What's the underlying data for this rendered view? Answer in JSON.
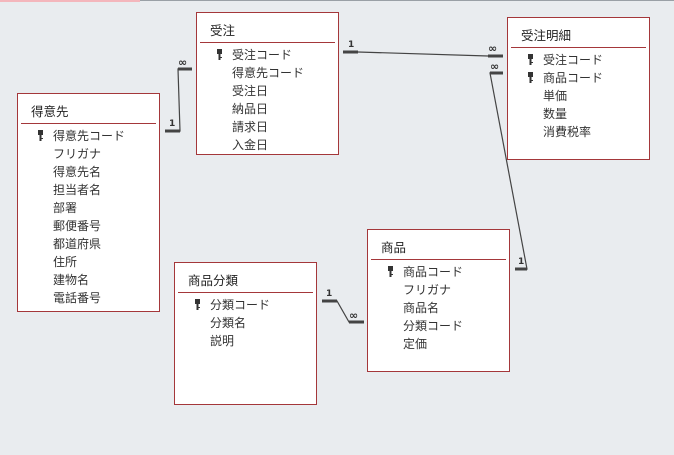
{
  "tables": [
    {
      "name": "得意先",
      "fields": [
        "得意先コード",
        "フリガナ",
        "得意先名",
        "担当者名",
        "部署",
        "郵便番号",
        "都道府県",
        "住所",
        "建物名",
        "電話番号"
      ],
      "keys": [
        0
      ]
    },
    {
      "name": "受注",
      "fields": [
        "受注コード",
        "得意先コード",
        "受注日",
        "納品日",
        "請求日",
        "入金日"
      ],
      "keys": [
        0
      ]
    },
    {
      "name": "受注明細",
      "fields": [
        "受注コード",
        "商品コード",
        "単価",
        "数量",
        "消費税率"
      ],
      "keys": [
        0,
        1
      ]
    },
    {
      "name": "商品",
      "fields": [
        "商品コード",
        "フリガナ",
        "商品名",
        "分類コード",
        "定価"
      ],
      "keys": [
        0
      ]
    },
    {
      "name": "商品分類",
      "fields": [
        "分類コード",
        "分類名",
        "説明"
      ],
      "keys": [
        0
      ]
    }
  ],
  "relationship_labels": {
    "one": "1",
    "many": "∞"
  },
  "colors": {
    "border": "#a4373a",
    "background": "#e9ecef",
    "line": "#555555"
  }
}
